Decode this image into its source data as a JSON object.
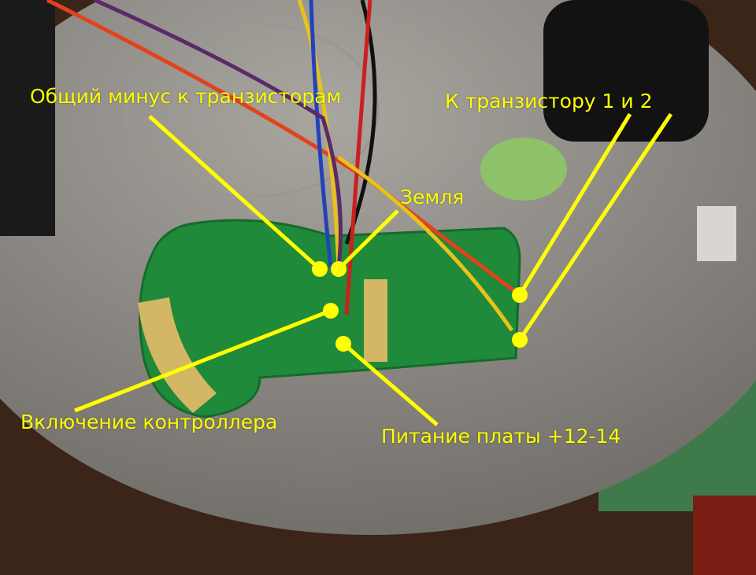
{
  "labels": {
    "common_minus": "Общий минус к транзисторам",
    "to_transistor": "К транзистору 1 и 2",
    "ground": "Земля",
    "controller_enable": "Включение контроллера",
    "board_power": "Питание платы +12-14"
  },
  "colors": {
    "annotation": "#ffff00",
    "pcb": "#1f8a3a",
    "disc": "#8d8a85",
    "table": "#3a2418"
  }
}
